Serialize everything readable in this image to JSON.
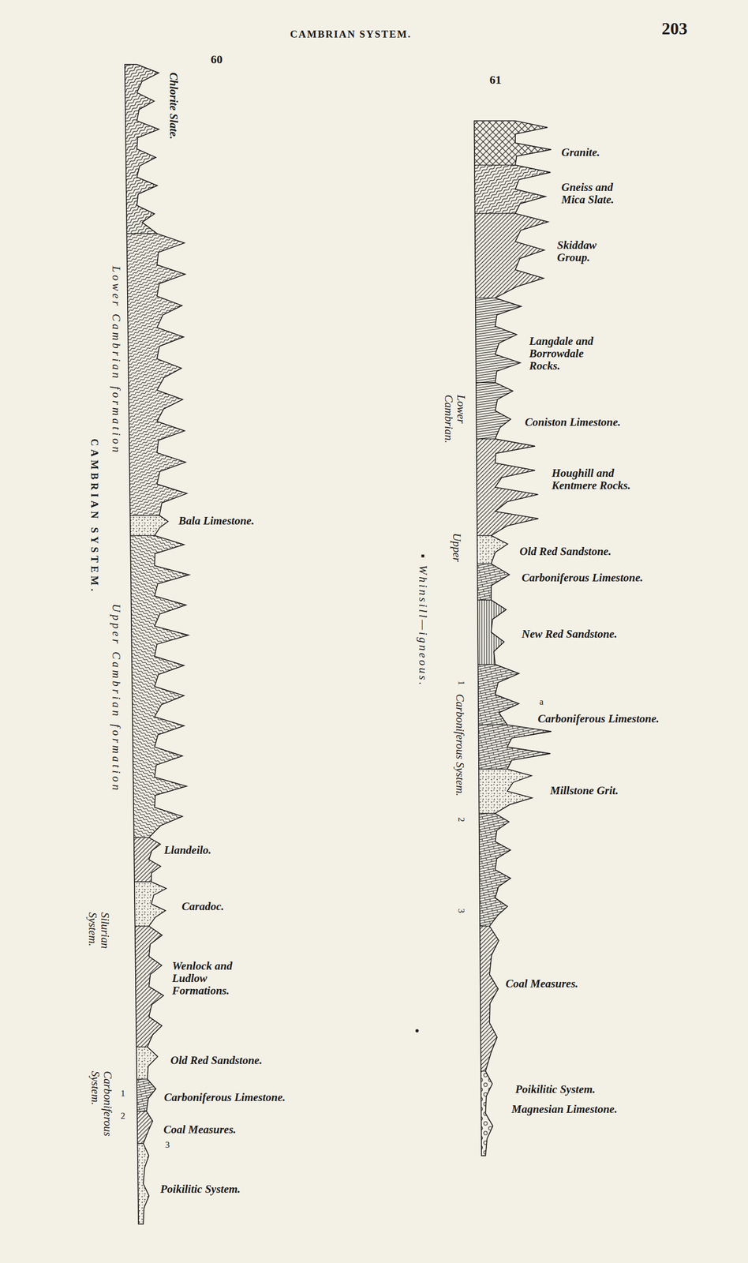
{
  "diagram": {
    "title": "CAMBRIAN SYSTEM.",
    "labels": [
      "203",
      "60",
      "Chlorite Slate.",
      "Lower Cambrian formation",
      "CAMBRIAN SYSTEM.",
      "Bala Limestone.",
      "Upper Cambrian formation",
      "Llandeilo.",
      "Caradoc.",
      "Silurian System.",
      "Wenlock and Ludlow Formations.",
      "Old Red Sandstone.",
      "1",
      "Carboniferous Limestone.",
      "2",
      "Coal Measures.",
      "3",
      "Carboniferous System.",
      "Poikilitic System.",
      "61",
      "Granite.",
      "Gneiss and Mica Slate.",
      "Skiddaw Group.",
      "Langdale and Borrowdale Rocks.",
      "Coniston Limestone.",
      "Lower Cambrian.",
      "Houghill and Kentmere Rocks.",
      "Upper",
      "Old Red Sandstone.",
      "Carboniferous Limestone.",
      "▪ Whinsill—igneous.",
      "New Red Sandstone.",
      "1",
      "Carboniferous System.",
      "a",
      "Carboniferous Limestone.",
      "Millstone Grit.",
      "2",
      "3",
      "Coal Measures.",
      "Poikilitic System.",
      "Magnesian Limestone."
    ]
  }
}
